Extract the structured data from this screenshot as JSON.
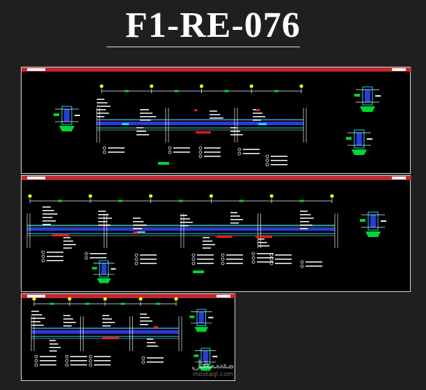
{
  "title": "F1-RE-076",
  "watermark": {
    "logo_text": "مستقل",
    "site": "mostaql.com"
  },
  "colors": {
    "background": "#1f1f1f",
    "sheet_background": "#000000",
    "sheet_border": "#d8d8d8",
    "frame_red": "#c0282f",
    "beam_blue": "#2a3bd6",
    "cyan": "#00e5ff",
    "green": "#00d632",
    "yellow": "#f2f20a",
    "red_mark": "#ff1a1a",
    "magenta": "#ff2bd4",
    "white": "#f4f4f4"
  }
}
